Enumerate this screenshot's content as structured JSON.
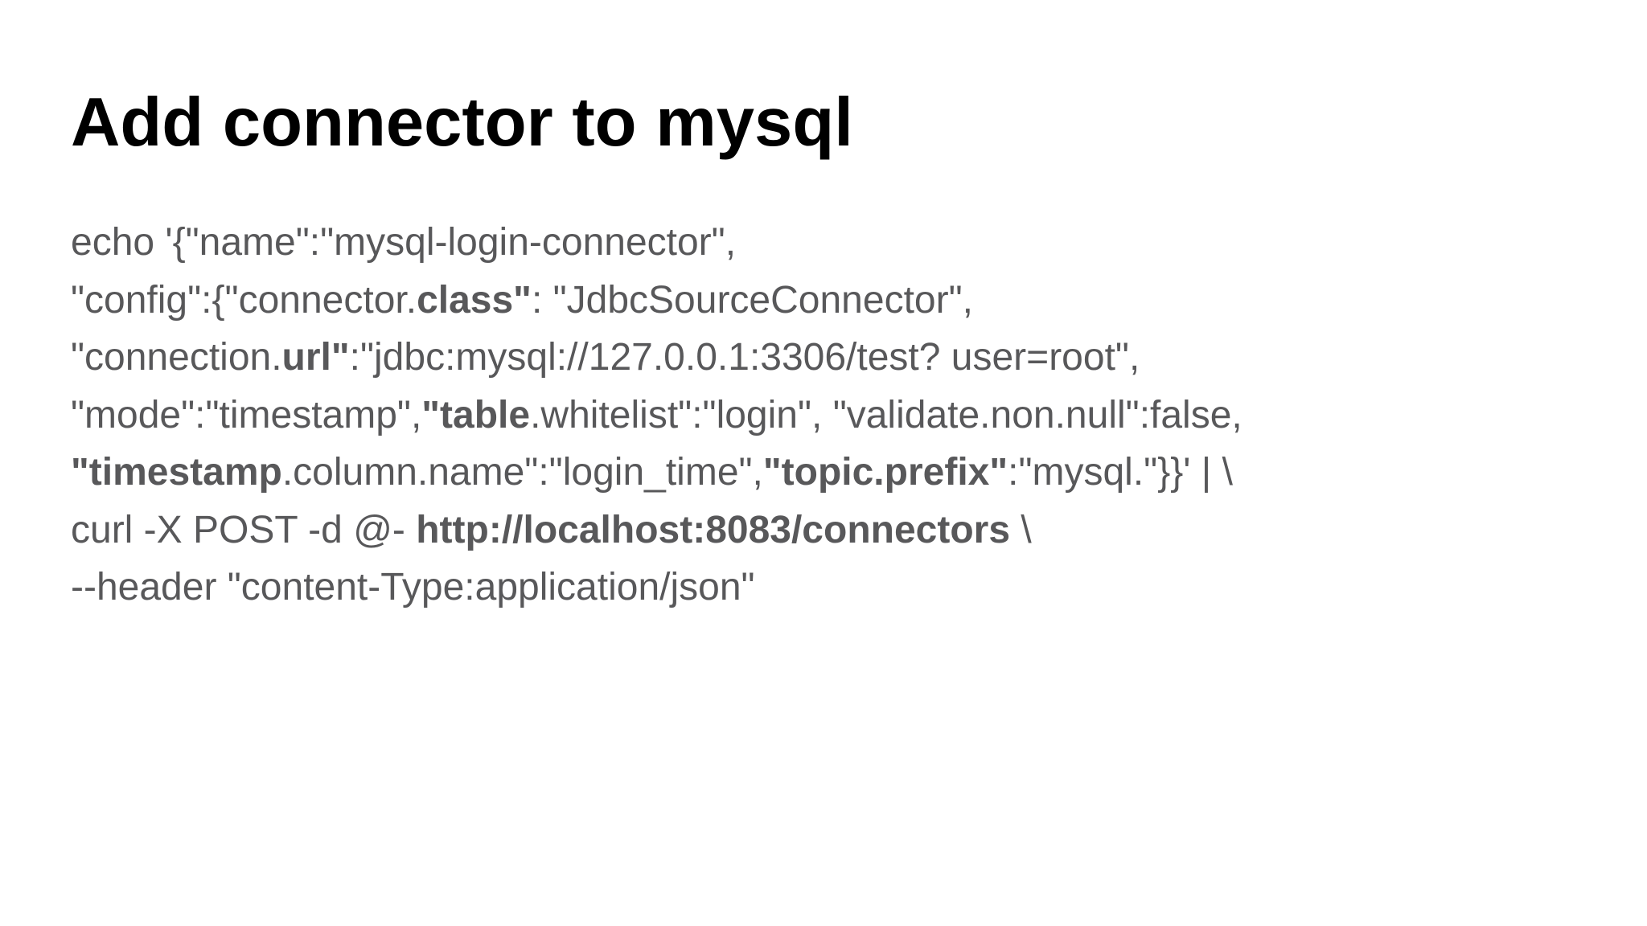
{
  "title": "Add connector to mysql",
  "colors": {
    "background": "#ffffff",
    "title_text": "#000000",
    "body_text": "#58585a"
  },
  "code": {
    "lines": [
      [
        {
          "t": "echo '{\"name\":\"mysql-login-connector\",",
          "b": false
        }
      ],
      [
        {
          "t": "\"config\":{\"connector.",
          "b": false
        },
        {
          "t": "class\"",
          "b": true
        },
        {
          "t": ": \"JdbcSourceConnector\",",
          "b": false
        }
      ],
      [
        {
          "t": "\"connection.",
          "b": false
        },
        {
          "t": "url\"",
          "b": true
        },
        {
          "t": ":\"jdbc:mysql://127.0.0.1:3306/test? user=root\",",
          "b": false
        }
      ],
      [
        {
          "t": "\"mode\":\"timestamp\",",
          "b": false
        },
        {
          "t": "\"table",
          "b": true
        },
        {
          "t": ".whitelist\":\"login\", \"validate.non.null\":false,",
          "b": false
        }
      ],
      [
        {
          "t": "\"timestamp",
          "b": true
        },
        {
          "t": ".column.name\":\"login_time\",",
          "b": false
        },
        {
          "t": "\"topic.prefix\"",
          "b": true
        },
        {
          "t": ":\"mysql.\"}}' | \\",
          "b": false
        }
      ],
      [
        {
          "t": "curl -X POST -d @- ",
          "b": false
        },
        {
          "t": "http://localhost:8083/connectors",
          "b": true
        },
        {
          "t": " \\",
          "b": false
        }
      ],
      [
        {
          "t": "--header \"content-Type:application/json\"",
          "b": false
        }
      ]
    ]
  }
}
